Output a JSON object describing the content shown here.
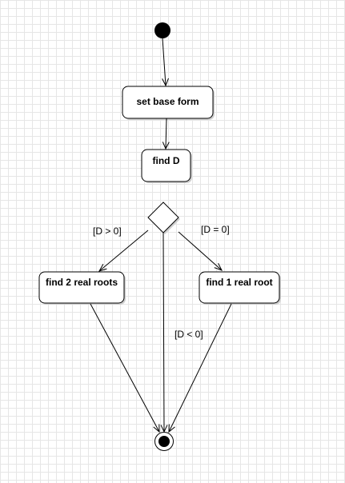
{
  "diagram": {
    "type": "uml-activity",
    "nodes": {
      "start": {
        "kind": "initial"
      },
      "set_base_form": {
        "kind": "action",
        "label": "set base form"
      },
      "find_d": {
        "kind": "action",
        "label": "find D"
      },
      "decision": {
        "kind": "decision"
      },
      "find_2_real_roots": {
        "kind": "action",
        "label": "find 2 real roots"
      },
      "find_1_real_root": {
        "kind": "action",
        "label": "find 1 real root"
      },
      "end": {
        "kind": "final"
      }
    },
    "edges": [
      {
        "from": "start",
        "to": "set_base_form",
        "guard": ""
      },
      {
        "from": "set_base_form",
        "to": "find_d",
        "guard": ""
      },
      {
        "from": "decision",
        "to": "find_2_real_roots",
        "guard": "[D > 0]"
      },
      {
        "from": "decision",
        "to": "find_1_real_root",
        "guard": "[D = 0]"
      },
      {
        "from": "decision",
        "to": "end",
        "guard": "[D < 0]"
      },
      {
        "from": "find_2_real_roots",
        "to": "end",
        "guard": ""
      },
      {
        "from": "find_1_real_root",
        "to": "end",
        "guard": ""
      }
    ],
    "guards": {
      "d_gt_0": "[D > 0]",
      "d_eq_0": "[D = 0]",
      "d_lt_0": "[D < 0]"
    },
    "colors": {
      "line": "#000000",
      "node_fill": "#ffffff",
      "shadow": "#cfcfcf",
      "grid": "#e6e6e6"
    }
  }
}
